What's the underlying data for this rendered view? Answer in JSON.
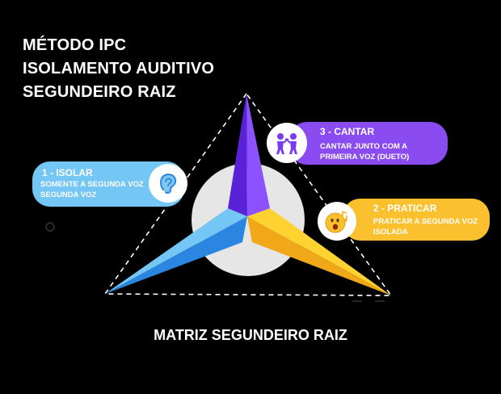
{
  "title": {
    "line1": "MÉTODO IPC",
    "line2": "ISOLAMENTO AUDITIVO",
    "line3": "SEGUNDEIRO RAIZ"
  },
  "steps": [
    {
      "heading": "1 - ISOLAR",
      "text": "SOMENTE A SEGUNDA VOZ SEGUNDA VOZ",
      "color": "#74c6f4",
      "icon": "ear-icon"
    },
    {
      "heading": "3 - CANTAR",
      "text": "CANTAR JUNTO COM A PRIMEIRA VOZ (DUETO)",
      "color": "#8a4cf0",
      "icon": "duet-singers-icon"
    },
    {
      "heading": "2 - PRATICAR",
      "text": "PRATICAR A SEGUNDA VOZ ISOLADA",
      "color": "#fbc02d",
      "icon": "singing-face-icon"
    }
  ],
  "footer": "MATRIZ SEGUNDEIRO RAIZ",
  "colors": {
    "blue_light": "#74c6f4",
    "blue_dark": "#2a86e0",
    "purple_light": "#8c52ff",
    "purple_dark": "#5a22d6",
    "yellow_light": "#fdd231",
    "yellow_dark": "#f0a818",
    "hub": "#e6e6e6"
  }
}
